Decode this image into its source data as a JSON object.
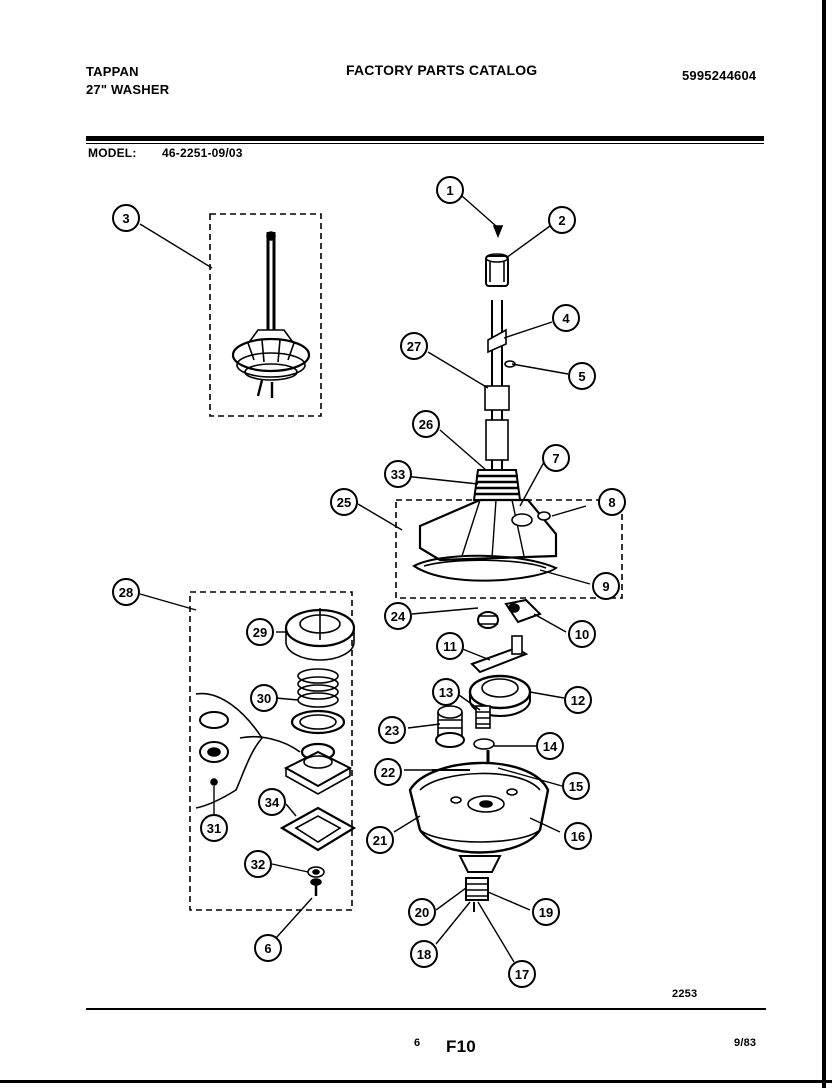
{
  "header": {
    "brand": "TAPPAN",
    "product": "27\" WASHER",
    "catalog_title": "FACTORY PARTS CATALOG",
    "part_number": "5995244604"
  },
  "model": {
    "label": "MODEL:",
    "value": "46-2251-09/03"
  },
  "footer": {
    "diagram_code": "2253",
    "page_number": "6",
    "page_code": "F10",
    "date": "9/83"
  },
  "callouts": {
    "c1": "1",
    "c2": "2",
    "c3": "3",
    "c4": "4",
    "c5": "5",
    "c6": "6",
    "c7": "7",
    "c8": "8",
    "c9": "9",
    "c10": "10",
    "c11": "11",
    "c12": "12",
    "c13": "13",
    "c14": "14",
    "c15": "15",
    "c16": "16",
    "c17": "17",
    "c18": "18",
    "c19": "19",
    "c20": "20",
    "c21": "21",
    "c22": "22",
    "c23": "23",
    "c24": "24",
    "c25": "25",
    "c26": "26",
    "c27": "27",
    "c28": "28",
    "c29": "29",
    "c30": "30",
    "c31": "31",
    "c32": "32",
    "c33": "33",
    "c34": "34"
  },
  "colors": {
    "ink": "#000000",
    "paper": "#ffffff"
  }
}
